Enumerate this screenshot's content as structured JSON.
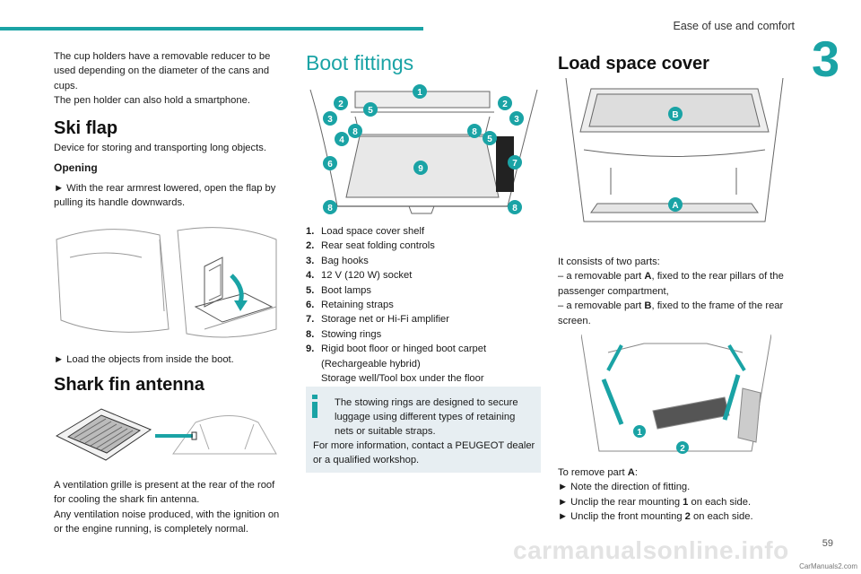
{
  "header": {
    "section": "Ease of use and comfort",
    "chapter": "3"
  },
  "col1": {
    "intro": "The cup holders have a removable reducer to be used depending on the diameter of the cans and cups.",
    "pen_holder": "The pen holder can also hold a smartphone.",
    "ski_title": "Ski flap",
    "ski_desc": "Device for storing and transporting long objects.",
    "opening": "Opening",
    "step1": "► With the rear armrest lowered, open the flap by pulling its handle downwards.",
    "step2": "► Load the objects from inside the boot.",
    "shark_title": "Shark fin antenna",
    "vent1": "A ventilation grille is present at the rear of the roof for cooling the shark fin antenna.",
    "vent2": "Any ventilation noise produced, with the ignition on or the engine running, is completely normal."
  },
  "col2": {
    "title": "Boot fittings",
    "items": [
      {
        "n": "1.",
        "label": "Load space cover shelf"
      },
      {
        "n": "2.",
        "label": "Rear seat folding controls"
      },
      {
        "n": "3.",
        "label": "Bag hooks"
      },
      {
        "n": "4.",
        "label": "12 V (120 W) socket"
      },
      {
        "n": "5.",
        "label": "Boot lamps"
      },
      {
        "n": "6.",
        "label": "Retaining straps"
      },
      {
        "n": "7.",
        "label": "Storage net or Hi-Fi amplifier"
      },
      {
        "n": "8.",
        "label": "Stowing rings"
      },
      {
        "n": "9.",
        "label": "Rigid boot floor or hinged boot carpet"
      }
    ],
    "item9_sub1": "(Rechargeable hybrid)",
    "item9_sub2": "Storage well/Tool box under the floor",
    "info1": "The stowing rings are designed to secure luggage using different types of retaining nets or suitable straps.",
    "info2": "For more information, contact a PEUGEOT dealer or a qualified workshop.",
    "markers": [
      "1",
      "2",
      "2",
      "3",
      "3",
      "4",
      "5",
      "5",
      "6",
      "7",
      "8",
      "8",
      "8",
      "8",
      "9"
    ]
  },
  "col3": {
    "title": "Load space cover",
    "intro": "It consists of two parts:",
    "partA_pre": "– a removable part ",
    "partA_label": "A",
    "partA_post": ", fixed to the rear pillars of the passenger compartment,",
    "partB_pre": "– a removable part ",
    "partB_label": "B",
    "partB_post": ", fixed to the frame of the rear screen.",
    "remove_pre": "To remove part ",
    "remove_label": "A",
    "remove_post": ":",
    "r1": "► Note the direction of fitting.",
    "r2_pre": "► Unclip the rear mounting ",
    "r2_num": "1",
    "r2_post": " on each side.",
    "r3_pre": "► Unclip the front mounting ",
    "r3_num": "2",
    "r3_post": " on each side.",
    "marker_a": "A",
    "marker_b": "B",
    "marker_1": "1",
    "marker_2": "2"
  },
  "footer": {
    "page": "59",
    "watermark": "carmanualsonline.info",
    "small": "CarManuals2.com"
  },
  "colors": {
    "accent": "#1aa3a5",
    "info_bg": "#e7eef2",
    "marker": "#1aa3a5"
  }
}
